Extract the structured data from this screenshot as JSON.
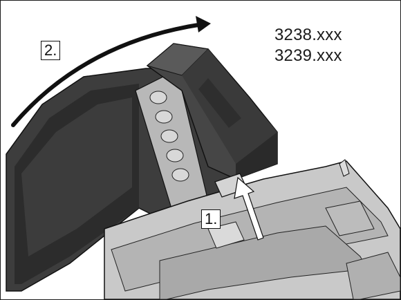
{
  "model_numbers": [
    "3238.xxx",
    "3239.xxx"
  ],
  "steps": {
    "step_one": "1.",
    "step_two": "2."
  },
  "colors": {
    "dark_housing": "#3f3f3f",
    "light_housing": "#c8c8c8",
    "outline": "#1a1a1a",
    "arrow_fill": "#ffffff"
  }
}
